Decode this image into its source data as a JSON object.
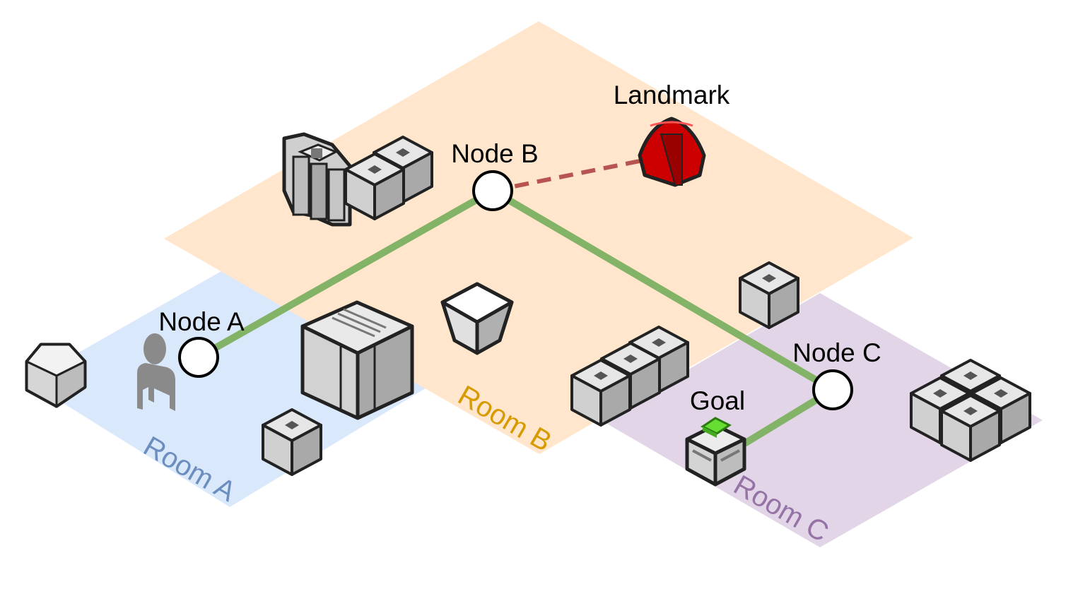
{
  "rooms": [
    {
      "id": "room-a",
      "label": "Room A",
      "fill": "#dae8fc",
      "text_color": "#6c8ebf"
    },
    {
      "id": "room-b",
      "label": "Room B",
      "fill": "#ffe6cc",
      "text_color": "#d79b00"
    },
    {
      "id": "room-c",
      "label": "Room C",
      "fill": "#e1d5e7",
      "text_color": "#9673a6"
    }
  ],
  "nodes": [
    {
      "id": "node-a",
      "label": "Node A"
    },
    {
      "id": "node-b",
      "label": "Node B"
    },
    {
      "id": "node-c",
      "label": "Node C"
    }
  ],
  "landmark": {
    "label": "Landmark",
    "color": "#990000",
    "fill": "#cc0000"
  },
  "goal": {
    "label": "Goal",
    "color": "#006600",
    "accent": "#66dd33"
  },
  "edges": [
    {
      "from": "node-a",
      "to": "node-b",
      "style": "solid",
      "color": "#82b366"
    },
    {
      "from": "node-b",
      "to": "node-c",
      "style": "solid",
      "color": "#82b366"
    },
    {
      "from": "node-c",
      "to": "goal",
      "style": "solid",
      "color": "#82b366"
    },
    {
      "from": "node-b",
      "to": "landmark",
      "style": "dashed",
      "color": "#b85450"
    }
  ],
  "icons": [
    "person-icon",
    "server-rack-icon",
    "mainframe-icon",
    "cube-icon",
    "tray-icon",
    "landmark-icon",
    "goal-device-icon"
  ]
}
